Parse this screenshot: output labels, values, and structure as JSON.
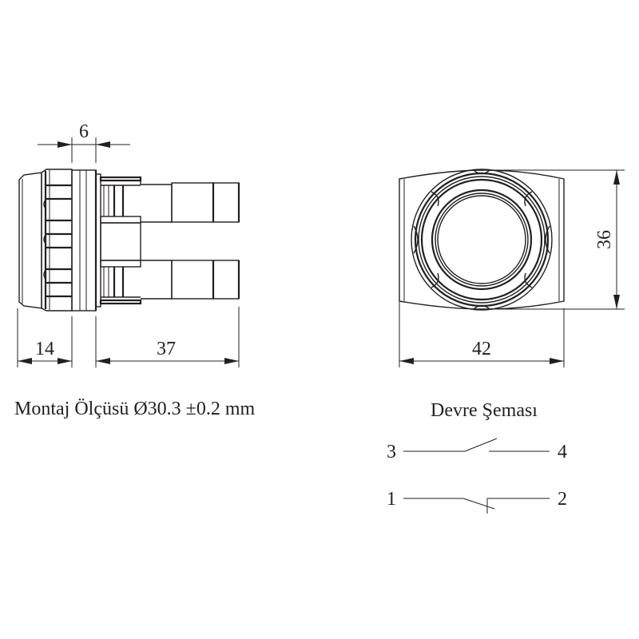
{
  "side_view": {
    "dimensions": {
      "bezel_thickness": "6",
      "front_depth": "14",
      "rear_depth": "37"
    }
  },
  "front_view": {
    "dimensions": {
      "height": "36",
      "width": "42"
    }
  },
  "mounting": {
    "caption": "Montaj Ölçüsü Ø30.3 ±0.2 mm"
  },
  "circuit": {
    "title": "Devre Şeması",
    "contacts": [
      {
        "type": "normally-open",
        "left_pin": "3",
        "right_pin": "4"
      },
      {
        "type": "normally-closed",
        "left_pin": "1",
        "right_pin": "2"
      }
    ]
  },
  "colors": {
    "line": "#231f20",
    "background": "#ffffff"
  }
}
